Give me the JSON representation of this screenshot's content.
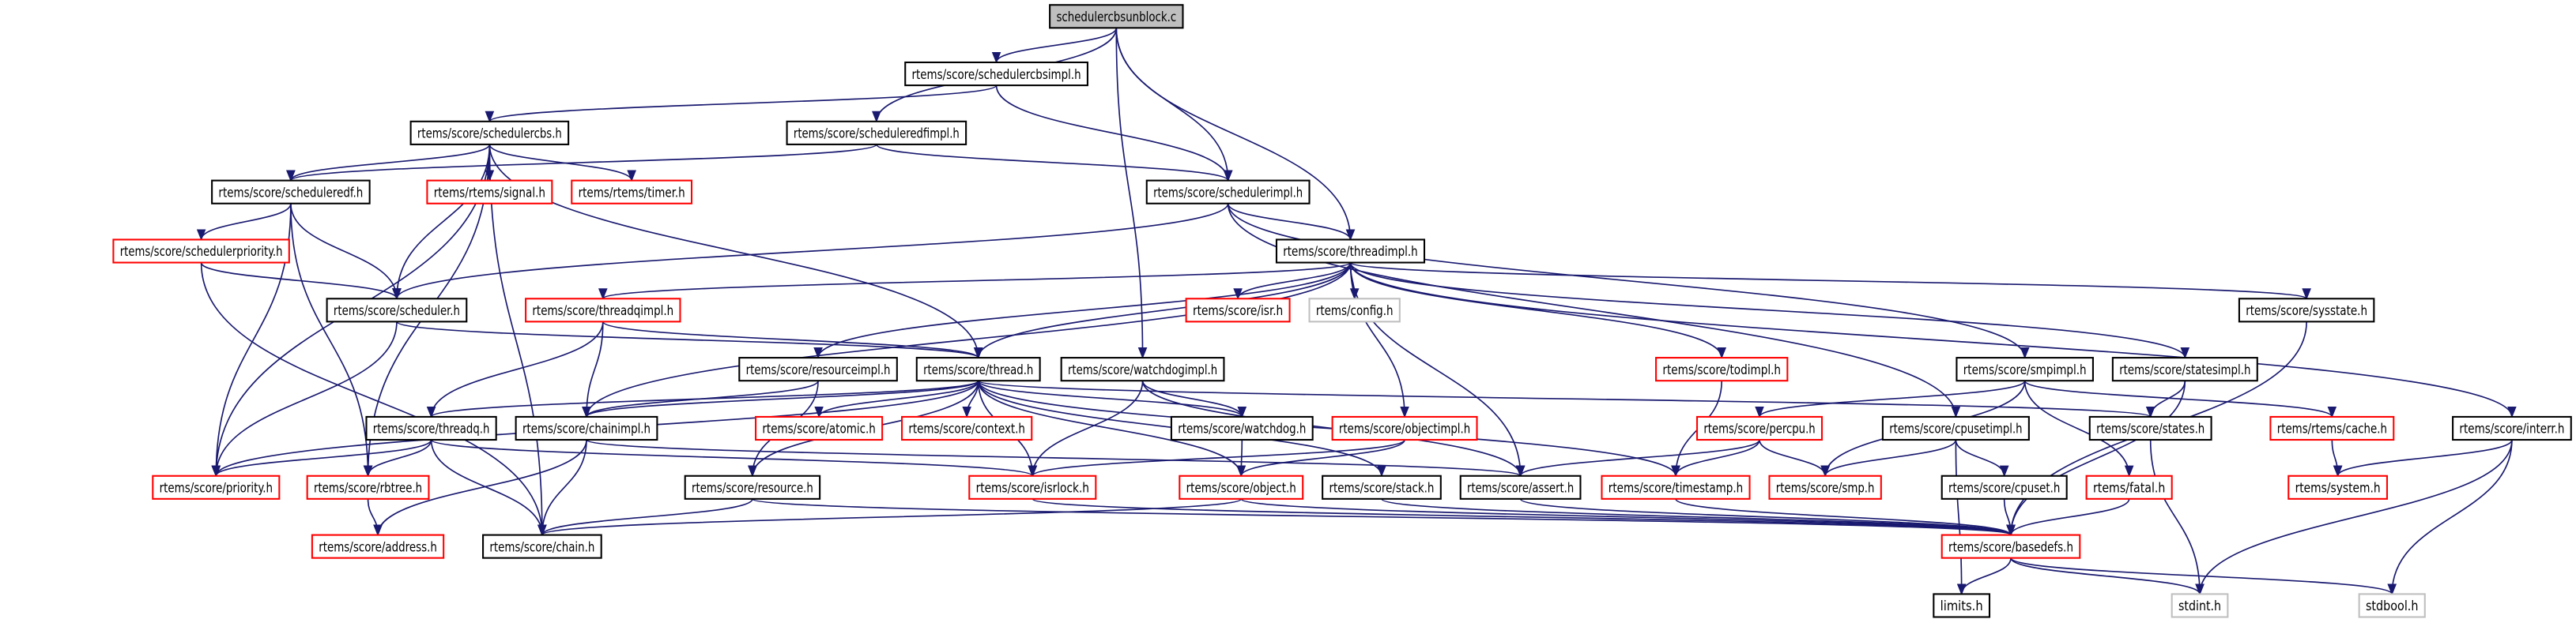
{
  "colors": {
    "edge": "#191970",
    "root_fill": "#bfbfbf",
    "documented_border": "#000000",
    "undocumented_border": "#ff0000",
    "external_border": "#bfbfbf"
  },
  "nodes": [
    {
      "id": "root",
      "label": "schedulercbsunblock.c",
      "kind": "root"
    },
    {
      "id": "schedulercbsimpl",
      "label": "rtems/score/schedulercbsimpl.h",
      "kind": "documented"
    },
    {
      "id": "schedulercbs",
      "label": "rtems/score/schedulercbs.h",
      "kind": "documented"
    },
    {
      "id": "scheduleredfimpl",
      "label": "rtems/score/scheduleredfimpl.h",
      "kind": "documented"
    },
    {
      "id": "scheduleredf",
      "label": "rtems/score/scheduleredf.h",
      "kind": "documented"
    },
    {
      "id": "signal",
      "label": "rtems/rtems/signal.h",
      "kind": "undocumented"
    },
    {
      "id": "timer",
      "label": "rtems/rtems/timer.h",
      "kind": "undocumented"
    },
    {
      "id": "schedulerimpl",
      "label": "rtems/score/schedulerimpl.h",
      "kind": "documented"
    },
    {
      "id": "schedulerpriority",
      "label": "rtems/score/schedulerpriority.h",
      "kind": "undocumented"
    },
    {
      "id": "threadimpl",
      "label": "rtems/score/threadimpl.h",
      "kind": "documented"
    },
    {
      "id": "scheduler",
      "label": "rtems/score/scheduler.h",
      "kind": "documented"
    },
    {
      "id": "threadqimpl",
      "label": "rtems/score/threadqimpl.h",
      "kind": "undocumented"
    },
    {
      "id": "isr",
      "label": "rtems/score/isr.h",
      "kind": "undocumented"
    },
    {
      "id": "config",
      "label": "rtems/config.h",
      "kind": "external"
    },
    {
      "id": "sysstate",
      "label": "rtems/score/sysstate.h",
      "kind": "documented"
    },
    {
      "id": "resourceimpl",
      "label": "rtems/score/resourceimpl.h",
      "kind": "documented"
    },
    {
      "id": "thread",
      "label": "rtems/score/thread.h",
      "kind": "documented"
    },
    {
      "id": "watchdogimpl",
      "label": "rtems/score/watchdogimpl.h",
      "kind": "documented"
    },
    {
      "id": "todimpl",
      "label": "rtems/score/todimpl.h",
      "kind": "undocumented"
    },
    {
      "id": "smpimpl",
      "label": "rtems/score/smpimpl.h",
      "kind": "documented"
    },
    {
      "id": "statesimpl",
      "label": "rtems/score/statesimpl.h",
      "kind": "documented"
    },
    {
      "id": "threadq",
      "label": "rtems/score/threadq.h",
      "kind": "documented"
    },
    {
      "id": "chainimpl",
      "label": "rtems/score/chainimpl.h",
      "kind": "documented"
    },
    {
      "id": "atomic",
      "label": "rtems/score/atomic.h",
      "kind": "undocumented"
    },
    {
      "id": "context",
      "label": "rtems/score/context.h",
      "kind": "undocumented"
    },
    {
      "id": "watchdog",
      "label": "rtems/score/watchdog.h",
      "kind": "documented"
    },
    {
      "id": "objectimpl",
      "label": "rtems/score/objectimpl.h",
      "kind": "undocumented"
    },
    {
      "id": "percpu",
      "label": "rtems/score/percpu.h",
      "kind": "undocumented"
    },
    {
      "id": "cpusetimpl",
      "label": "rtems/score/cpusetimpl.h",
      "kind": "documented"
    },
    {
      "id": "states",
      "label": "rtems/score/states.h",
      "kind": "documented"
    },
    {
      "id": "cache",
      "label": "rtems/rtems/cache.h",
      "kind": "undocumented"
    },
    {
      "id": "interr",
      "label": "rtems/score/interr.h",
      "kind": "documented"
    },
    {
      "id": "priority",
      "label": "rtems/score/priority.h",
      "kind": "undocumented"
    },
    {
      "id": "rbtree",
      "label": "rtems/score/rbtree.h",
      "kind": "undocumented"
    },
    {
      "id": "resource",
      "label": "rtems/score/resource.h",
      "kind": "documented"
    },
    {
      "id": "isrlock",
      "label": "rtems/score/isrlock.h",
      "kind": "undocumented"
    },
    {
      "id": "object",
      "label": "rtems/score/object.h",
      "kind": "undocumented"
    },
    {
      "id": "stack",
      "label": "rtems/score/stack.h",
      "kind": "documented"
    },
    {
      "id": "assert",
      "label": "rtems/score/assert.h",
      "kind": "documented"
    },
    {
      "id": "timestamp",
      "label": "rtems/score/timestamp.h",
      "kind": "undocumented"
    },
    {
      "id": "smp",
      "label": "rtems/score/smp.h",
      "kind": "undocumented"
    },
    {
      "id": "cpuset",
      "label": "rtems/score/cpuset.h",
      "kind": "documented"
    },
    {
      "id": "fatal",
      "label": "rtems/fatal.h",
      "kind": "undocumented"
    },
    {
      "id": "system",
      "label": "rtems/system.h",
      "kind": "undocumented"
    },
    {
      "id": "address",
      "label": "rtems/score/address.h",
      "kind": "undocumented"
    },
    {
      "id": "chain",
      "label": "rtems/score/chain.h",
      "kind": "documented"
    },
    {
      "id": "basedefs",
      "label": "rtems/score/basedefs.h",
      "kind": "undocumented"
    },
    {
      "id": "limits",
      "label": "limits.h",
      "kind": "documented"
    },
    {
      "id": "stdint",
      "label": "stdint.h",
      "kind": "external"
    },
    {
      "id": "stdbool",
      "label": "stdbool.h",
      "kind": "external"
    }
  ],
  "edges": [
    [
      "root",
      "schedulercbsimpl"
    ],
    [
      "root",
      "scheduleredfimpl"
    ],
    [
      "root",
      "schedulerimpl"
    ],
    [
      "root",
      "threadimpl"
    ],
    [
      "root",
      "watchdogimpl"
    ],
    [
      "schedulercbsimpl",
      "schedulercbs"
    ],
    [
      "schedulercbsimpl",
      "schedulerimpl"
    ],
    [
      "scheduleredfimpl",
      "scheduleredf"
    ],
    [
      "scheduleredfimpl",
      "schedulerimpl"
    ],
    [
      "schedulercbs",
      "scheduleredf"
    ],
    [
      "schedulercbs",
      "signal"
    ],
    [
      "schedulercbs",
      "timer"
    ],
    [
      "schedulercbs",
      "scheduler"
    ],
    [
      "schedulercbs",
      "thread"
    ],
    [
      "schedulercbs",
      "rbtree"
    ],
    [
      "schedulercbs",
      "priority"
    ],
    [
      "schedulercbs",
      "chain"
    ],
    [
      "scheduleredf",
      "schedulerpriority"
    ],
    [
      "scheduleredf",
      "scheduler"
    ],
    [
      "scheduleredf",
      "priority"
    ],
    [
      "scheduleredf",
      "rbtree"
    ],
    [
      "schedulerpriority",
      "scheduler"
    ],
    [
      "schedulerpriority",
      "chain"
    ],
    [
      "scheduler",
      "priority"
    ],
    [
      "scheduler",
      "thread"
    ],
    [
      "schedulerimpl",
      "threadimpl"
    ],
    [
      "schedulerimpl",
      "scheduler"
    ],
    [
      "schedulerimpl",
      "cpusetimpl"
    ],
    [
      "schedulerimpl",
      "smpimpl"
    ],
    [
      "threadimpl",
      "threadqimpl"
    ],
    [
      "threadimpl",
      "chainimpl"
    ],
    [
      "threadimpl",
      "resourceimpl"
    ],
    [
      "threadimpl",
      "thread"
    ],
    [
      "threadimpl",
      "isr"
    ],
    [
      "threadimpl",
      "config"
    ],
    [
      "threadimpl",
      "objectimpl"
    ],
    [
      "threadimpl",
      "todimpl"
    ],
    [
      "threadimpl",
      "assert"
    ],
    [
      "threadimpl",
      "sysstate"
    ],
    [
      "threadimpl",
      "statesimpl"
    ],
    [
      "threadimpl",
      "interr"
    ],
    [
      "threadqimpl",
      "threadq"
    ],
    [
      "threadqimpl",
      "chainimpl"
    ],
    [
      "threadqimpl",
      "thread"
    ],
    [
      "resourceimpl",
      "chainimpl"
    ],
    [
      "resourceimpl",
      "resource"
    ],
    [
      "thread",
      "chainimpl"
    ],
    [
      "thread",
      "threadq"
    ],
    [
      "thread",
      "priority"
    ],
    [
      "thread",
      "isrlock"
    ],
    [
      "thread",
      "atomic"
    ],
    [
      "thread",
      "context"
    ],
    [
      "thread",
      "watchdog"
    ],
    [
      "thread",
      "object"
    ],
    [
      "thread",
      "stack"
    ],
    [
      "thread",
      "states"
    ],
    [
      "thread",
      "timestamp"
    ],
    [
      "thread",
      "resource"
    ],
    [
      "watchdogimpl",
      "watchdog"
    ],
    [
      "watchdogimpl",
      "isrlock"
    ],
    [
      "watchdogimpl",
      "assert"
    ],
    [
      "threadq",
      "priority"
    ],
    [
      "threadq",
      "rbtree"
    ],
    [
      "threadq",
      "chain"
    ],
    [
      "threadq",
      "isrlock"
    ],
    [
      "chainimpl",
      "chain"
    ],
    [
      "chainimpl",
      "address"
    ],
    [
      "chainimpl",
      "assert"
    ],
    [
      "rbtree",
      "address"
    ],
    [
      "resource",
      "chain"
    ],
    [
      "resource",
      "basedefs"
    ],
    [
      "watchdog",
      "object"
    ],
    [
      "objectimpl",
      "object"
    ],
    [
      "objectimpl",
      "isrlock"
    ],
    [
      "object",
      "chain"
    ],
    [
      "object",
      "basedefs"
    ],
    [
      "stack",
      "basedefs"
    ],
    [
      "assert",
      "basedefs"
    ],
    [
      "isrlock",
      "basedefs"
    ],
    [
      "todimpl",
      "timestamp"
    ],
    [
      "timestamp",
      "basedefs"
    ],
    [
      "smpimpl",
      "percpu"
    ],
    [
      "smpimpl",
      "smp"
    ],
    [
      "smpimpl",
      "fatal"
    ],
    [
      "smpimpl",
      "cache"
    ],
    [
      "statesimpl",
      "states"
    ],
    [
      "statesimpl",
      "basedefs"
    ],
    [
      "percpu",
      "timestamp"
    ],
    [
      "percpu",
      "smp"
    ],
    [
      "percpu",
      "assert"
    ],
    [
      "cpusetimpl",
      "smp"
    ],
    [
      "cpusetimpl",
      "cpuset"
    ],
    [
      "cpusetimpl",
      "limits"
    ],
    [
      "cpuset",
      "basedefs"
    ],
    [
      "fatal",
      "basedefs"
    ],
    [
      "cache",
      "system"
    ],
    [
      "interr",
      "system"
    ],
    [
      "interr",
      "stdint"
    ],
    [
      "interr",
      "stdbool"
    ],
    [
      "states",
      "stdint"
    ],
    [
      "sysstate",
      "basedefs"
    ],
    [
      "basedefs",
      "limits"
    ],
    [
      "basedefs",
      "stdint"
    ],
    [
      "basedefs",
      "stdbool"
    ]
  ]
}
